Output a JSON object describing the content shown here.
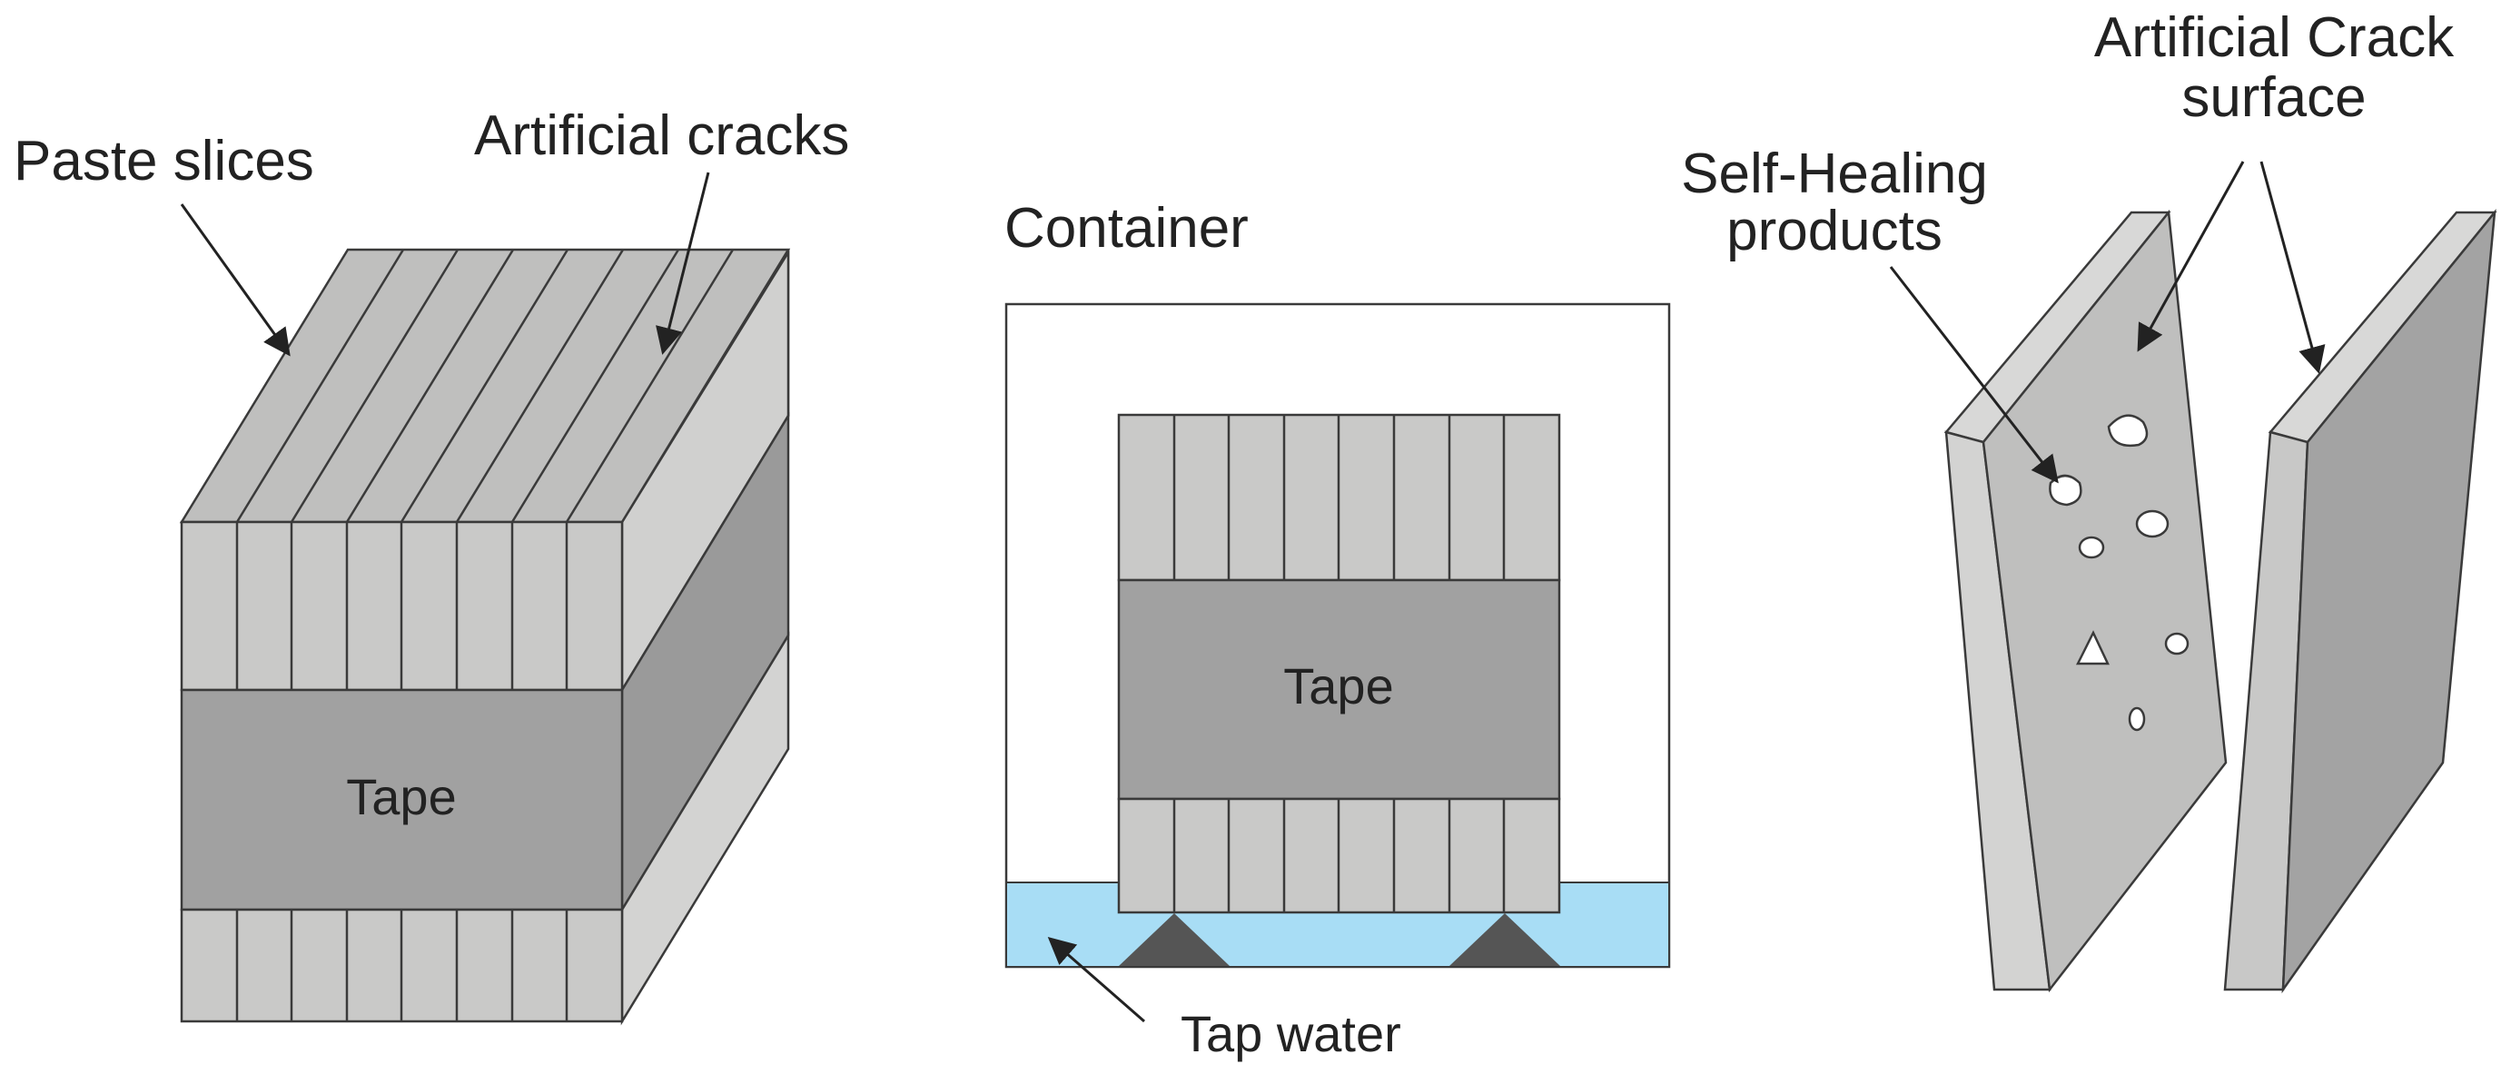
{
  "labels": {
    "paste_slices": "Paste slices",
    "artificial_cracks": "Artificial cracks",
    "tape_left": "Tape",
    "container": "Container",
    "tape_middle": "Tape",
    "tap_water": "Tap water",
    "self_healing_line1": "Self-Healing",
    "self_healing_line2": "products",
    "crack_surface_line1": "Artificial Crack",
    "crack_surface_line2": "surface"
  },
  "colors": {
    "slice_front": "#c9c9c8",
    "slice_top": "#bfbfbe",
    "side_light": "#d3d3d2",
    "tape_front": "#a1a1a1",
    "tape_side": "#999999",
    "water": "#a8ddf5",
    "support": "#555555",
    "outline": "#3a3a3a"
  }
}
